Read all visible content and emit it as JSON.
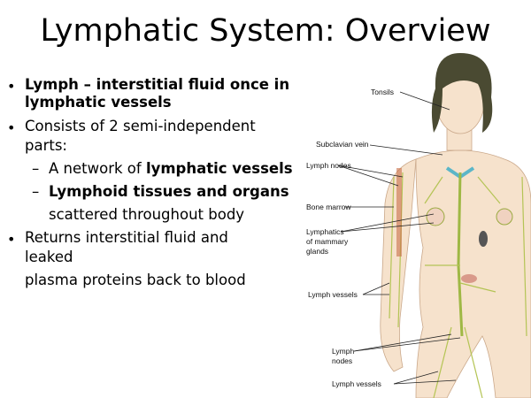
{
  "title": "Lymphatic System: Overview",
  "bullets": {
    "b1_bold": "Lymph – interstitial fluid once in",
    "b1_bold2": "lymphatic vessels",
    "b2_l1": "Consists of 2 semi-independent",
    "b2_l2": "parts:",
    "s1_pre": "A network of ",
    "s1_bold": "lymphatic vessels",
    "s2_bold": "Lymphoid tissues and organs",
    "s2_cont": "scattered throughout body",
    "b3_l1": "Returns interstitial fluid and",
    "b3_l2": "leaked",
    "b3_l3": "plasma proteins back to blood"
  },
  "figure_labels": {
    "tonsils": "Tonsils",
    "subclavian": "Subclavian vein",
    "nodes1": "Lymph nodes",
    "marrow": "Bone marrow",
    "mammary1": "Lymphatics",
    "mammary2": "of mammary",
    "mammary3": "glands",
    "vessels1": "Lymph vessels",
    "nodes2a": "Lymph",
    "nodes2b": "nodes",
    "vessels2": "Lymph vessels"
  }
}
